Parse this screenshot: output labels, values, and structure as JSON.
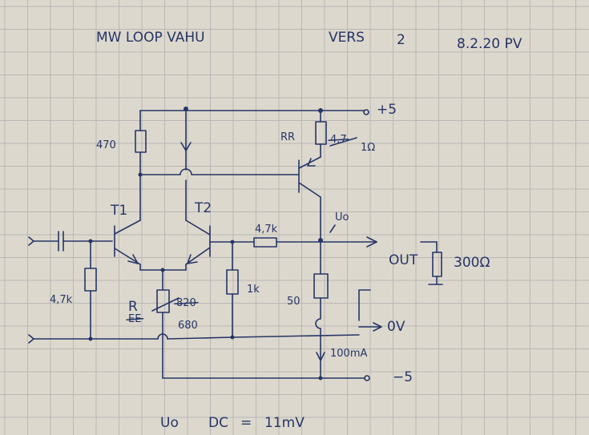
{
  "header": {
    "title": "MW LOOP VAHU",
    "version_label": "VERS",
    "version_number": "2",
    "date_initials": "8.2.20 PV"
  },
  "supply": {
    "positive": "+5",
    "negative": "−5",
    "ground": "0V"
  },
  "components": {
    "r470": "470",
    "rr_label": "RR",
    "rr_value_struck": "4,7",
    "rr_value": "1Ω",
    "t1": "T1",
    "t2": "T2",
    "r_in": "4,7k",
    "r_feedback": "4,7k",
    "r_1k": "1k",
    "r_tail_label": "R",
    "r_tail_struck_label": "EE",
    "r_tail_struck": "820",
    "r_tail_value": "680",
    "r_load_50": "50",
    "current_source": "100mA",
    "uo_label": "Uo",
    "out_label": "OUT",
    "out_load": "300Ω"
  },
  "footer": {
    "uo": "Uo",
    "dc": "DC",
    "equals": "=",
    "value": "11mV"
  }
}
